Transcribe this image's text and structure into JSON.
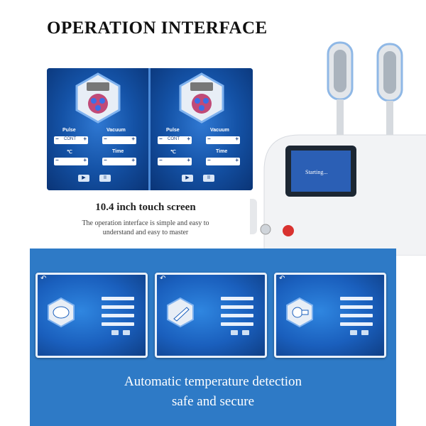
{
  "heading": "OPERATION INTERFACE",
  "interface": {
    "panels": [
      {
        "pulse_label": "Pulse",
        "vacuum_label": "Vacuum",
        "temp_label": "℃",
        "time_label": "Time",
        "pulse_value": "CONT",
        "play_label": "▶",
        "pause_label": "II"
      },
      {
        "pulse_label": "Pulse",
        "vacuum_label": "Vacuum",
        "temp_label": "℃",
        "time_label": "Time",
        "pulse_value": "CONT",
        "play_label": "▶",
        "pause_label": "II"
      }
    ],
    "minus": "−",
    "plus": "+"
  },
  "screen_title": "10.4 inch touch screen",
  "description_line1": "The operation interface is simple and easy to",
  "description_line2": "understand and easy to master",
  "machine_screen_text": "Starting...",
  "cards": [
    {
      "icon": "body-icon"
    },
    {
      "icon": "handpiece-icon"
    },
    {
      "icon": "applicator-icon"
    }
  ],
  "footer_line1": "Automatic temperature detection",
  "footer_line2": "safe and secure",
  "colors": {
    "blue_section": "#2e7ac6",
    "panel_dark": "#0b3f8a"
  }
}
